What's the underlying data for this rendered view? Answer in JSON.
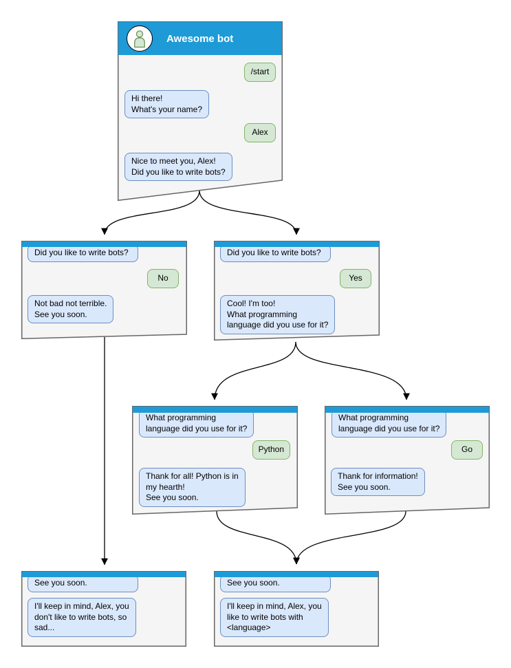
{
  "diagram_title": "Awesome bot conversation flow",
  "colors": {
    "header_blue": "#1e9bd7",
    "window_fill": "#f5f5f5",
    "window_border": "#666666",
    "bot_bubble_fill": "#dae8fc",
    "bot_bubble_border": "#6c8ebf",
    "user_bubble_fill": "#d5e8d4",
    "user_bubble_border": "#82b366",
    "arrow_color": "#000000",
    "title_text": "#ffffff"
  },
  "windows": {
    "root": {
      "title": "Awesome bot",
      "avatar_icon": "person-icon",
      "messages": {
        "start_cmd": "/start",
        "greeting": "Hi there!\nWhat's your name?",
        "name_reply": "Alex",
        "meet": "Nice to meet you, Alex!\nDid you like to write bots?"
      }
    },
    "branch_no": {
      "messages": {
        "question": "Did you like to write bots?",
        "answer": "No",
        "reply": "Not bad not terrible.\nSee you soon."
      }
    },
    "branch_yes": {
      "messages": {
        "question": "Did you like to write bots?",
        "answer": "Yes",
        "reply": "Cool! I'm too!\nWhat programming\nlanguage did you use for it?"
      }
    },
    "branch_python": {
      "messages": {
        "question": "What programming\nlanguage did you use for it?",
        "answer": "Python",
        "reply": "Thank for all! Python is in\nmy hearth!\nSee you soon."
      }
    },
    "branch_go": {
      "messages": {
        "question": "What programming\nlanguage did you use for it?",
        "answer": "Go",
        "reply": "Thank for information!\nSee you soon."
      }
    },
    "end_no": {
      "messages": {
        "question": "See you soon.",
        "reply": "I'll keep in mind, Alex, you\ndon't like to write bots, so\nsad..."
      }
    },
    "end_yes": {
      "messages": {
        "question": "See you soon.",
        "reply": "I'll keep in mind, Alex, you\nlike to write bots with\n<language>"
      }
    }
  }
}
